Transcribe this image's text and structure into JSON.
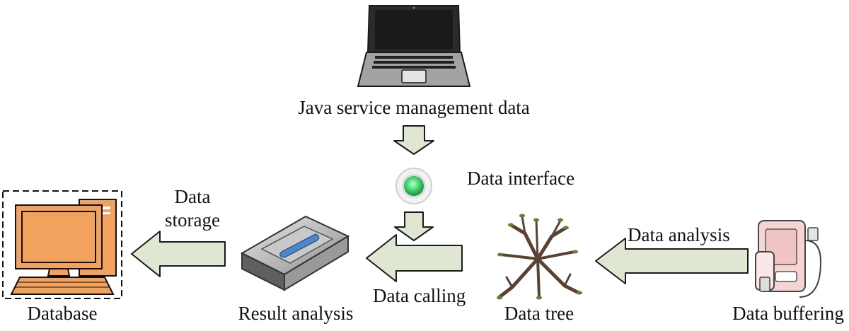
{
  "labels": {
    "java_service": "Java service management data",
    "data_interface": "Data interface",
    "data_storage_line1": "Data",
    "data_storage_line2": "storage",
    "data_calling": "Data calling",
    "data_analysis": "Data analysis",
    "database": "Database",
    "result_analysis": "Result analysis",
    "data_tree": "Data tree",
    "data_buffering": "Data buffering"
  },
  "colors": {
    "arrow_fill": "#dfe7d2",
    "arrow_stroke": "#1a1a1a",
    "computer_orange": "#f3a25e",
    "indicator_green": "#3fd36a",
    "laptop_body": "#9b9b9b",
    "screen_dark": "#1f1f1f"
  },
  "icons": {
    "laptop": "laptop-icon",
    "indicator": "indicator-light-icon",
    "database": "desktop-computer-icon",
    "result": "tape-cartridge-icon",
    "tree": "tree-icon",
    "buffer": "storage-device-icon"
  }
}
